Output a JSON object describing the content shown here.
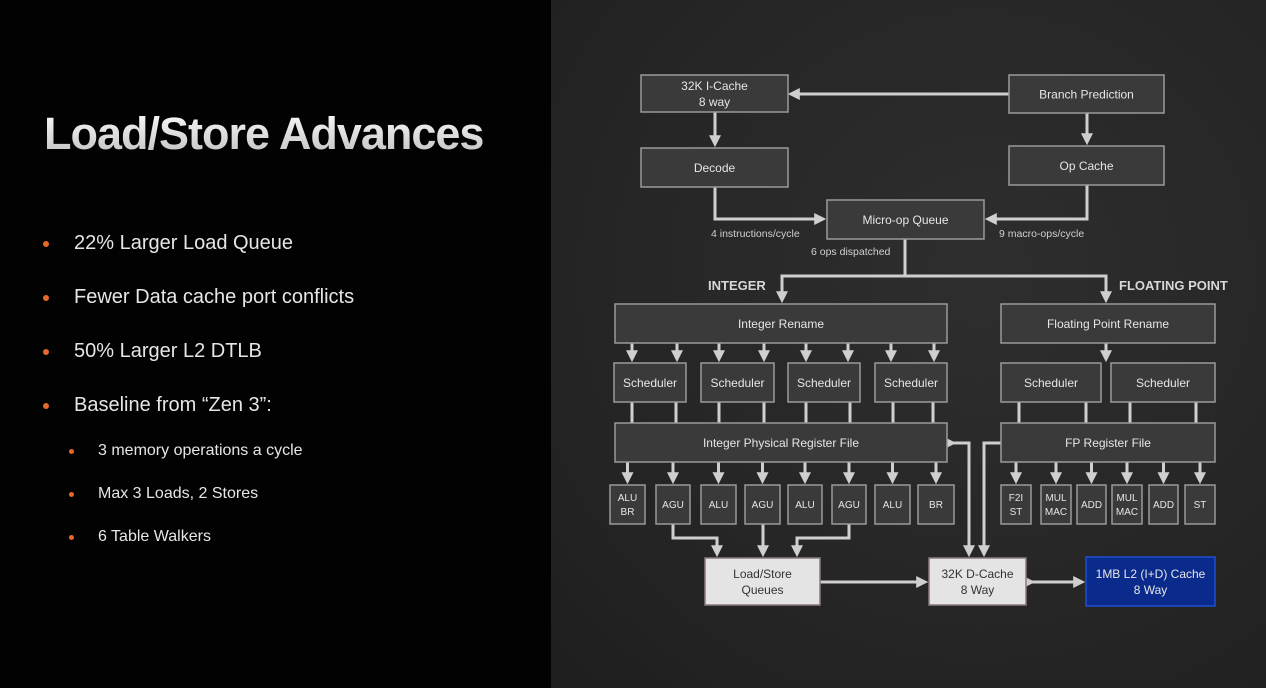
{
  "slide": {
    "title": "Load/Store Advances",
    "bullets": [
      "22% Larger Load Queue",
      "Fewer Data cache port conflicts",
      "50% Larger L2 DTLB",
      "Baseline from “Zen 3”:"
    ],
    "sub_bullets": [
      "3 memory operations a cycle",
      "Max 3 Loads, 2 Stores",
      "6 Table Walkers"
    ],
    "bullet_color": "#e8682a"
  },
  "diagram": {
    "icache": [
      "32K I-Cache",
      "8 way"
    ],
    "branch_prediction": "Branch Prediction",
    "decode": "Decode",
    "op_cache": "Op Cache",
    "micro_op_queue": "Micro-op Queue",
    "label_decode_rate": "4 instructions/cycle",
    "label_opcache_rate": "9 macro-ops/cycle",
    "label_dispatch": "6 ops dispatched",
    "integer_label": "INTEGER",
    "fp_label": "FLOATING POINT",
    "integer_rename": "Integer Rename",
    "fp_rename": "Floating Point Rename",
    "scheduler": "Scheduler",
    "integer_prf": "Integer Physical Register File",
    "fp_rf": "FP Register File",
    "int_units": [
      [
        "ALU",
        "BR"
      ],
      [
        "AGU"
      ],
      [
        "ALU"
      ],
      [
        "AGU"
      ],
      [
        "ALU"
      ],
      [
        "AGU"
      ],
      [
        "ALU"
      ],
      [
        "BR"
      ]
    ],
    "fp_units": [
      [
        "F2I",
        "ST"
      ],
      [
        "MUL",
        "MAC"
      ],
      [
        "ADD"
      ],
      [
        "MUL",
        "MAC"
      ],
      [
        "ADD"
      ],
      [
        "ST"
      ]
    ],
    "lsq": [
      "Load/Store",
      "Queues"
    ],
    "dcache": [
      "32K D-Cache",
      "8 Way"
    ],
    "l2": [
      "1MB L2 (I+D) Cache",
      "8 Way"
    ],
    "l2_color": "#0a2a8c"
  }
}
